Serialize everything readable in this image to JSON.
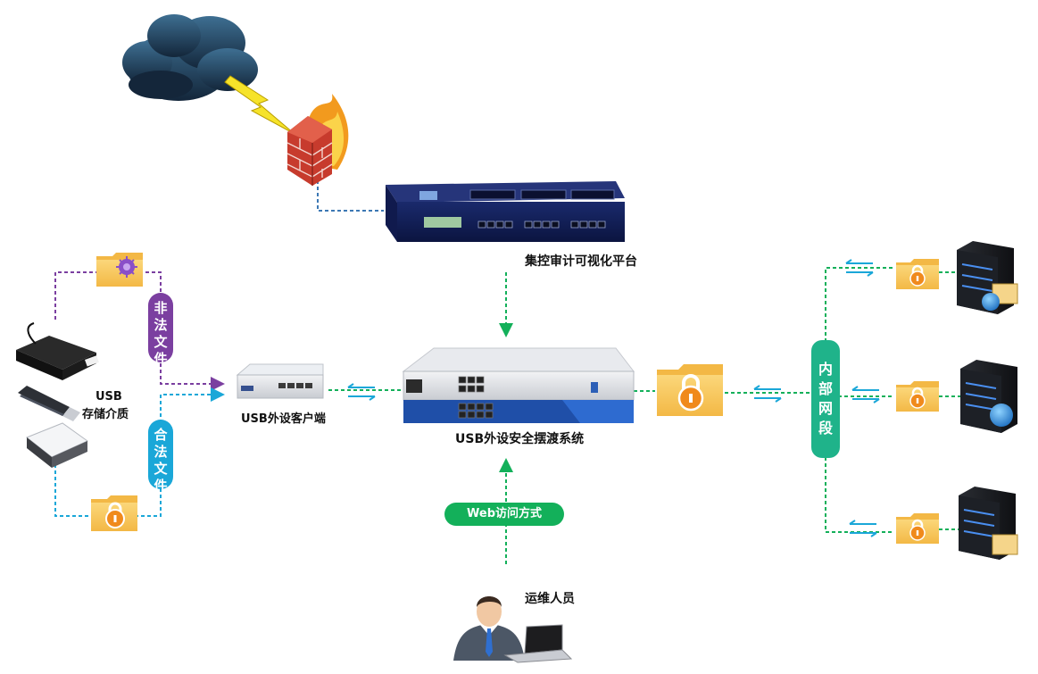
{
  "labels": {
    "control_platform": "集控审计可视化平台",
    "usb_media_line1": "USB",
    "usb_media_line2": "存储介质",
    "usb_client": "USB外设客户端",
    "ferry_system": "USB外设安全摆渡系统",
    "operator": "运维人员"
  },
  "pills": {
    "illegal_files": [
      "非",
      "法",
      "文",
      "件"
    ],
    "legal_files": [
      "合",
      "法",
      "文",
      "件"
    ],
    "internal_segment": [
      "内",
      "部",
      "网",
      "段"
    ],
    "web_access": "Web访问方式"
  },
  "colors": {
    "purple": "#7b3fa0",
    "cyan": "#1aa7d8",
    "green": "#13b05a",
    "teal": "#1fb38a",
    "blue_dash": "#3c78b4",
    "folder": "#f7c55c",
    "lock": "#f08a1c"
  },
  "icons": [
    "cloud-icon",
    "lightning-icon",
    "firewall-icon",
    "rack-server-icon",
    "usb-reader-icon",
    "usb-stick-icon",
    "external-drive-icon",
    "virus-folder-icon",
    "locked-folder-icon",
    "server-tower-icon",
    "globe-icon",
    "operator-person-icon",
    "laptop-icon",
    "bidirectional-arrow-icon"
  ]
}
